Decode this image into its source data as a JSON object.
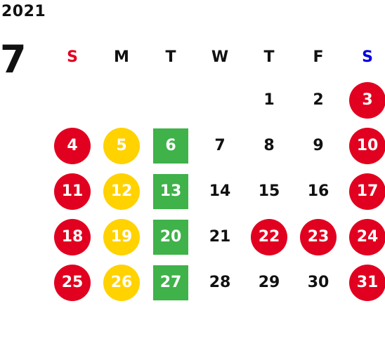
{
  "year": "2021",
  "month": "7",
  "colors": {
    "red": "#e1001f",
    "yellow": "#ffd200",
    "green": "#3fb24a",
    "sunday": "#e1001f",
    "saturday": "#0000e0",
    "text": "#111111"
  },
  "weekdays": [
    {
      "label": "S",
      "color": "sunday"
    },
    {
      "label": "M",
      "color": "text"
    },
    {
      "label": "T",
      "color": "text"
    },
    {
      "label": "W",
      "color": "text"
    },
    {
      "label": "T",
      "color": "text"
    },
    {
      "label": "F",
      "color": "text"
    },
    {
      "label": "S",
      "color": "saturday"
    }
  ],
  "weeks": [
    [
      {
        "day": "",
        "style": "none"
      },
      {
        "day": "",
        "style": "none"
      },
      {
        "day": "",
        "style": "none"
      },
      {
        "day": "",
        "style": "none"
      },
      {
        "day": "1",
        "style": "plain"
      },
      {
        "day": "2",
        "style": "plain"
      },
      {
        "day": "3",
        "style": "red"
      }
    ],
    [
      {
        "day": "4",
        "style": "red"
      },
      {
        "day": "5",
        "style": "yellow"
      },
      {
        "day": "6",
        "style": "green"
      },
      {
        "day": "7",
        "style": "plain"
      },
      {
        "day": "8",
        "style": "plain"
      },
      {
        "day": "9",
        "style": "plain"
      },
      {
        "day": "10",
        "style": "red"
      }
    ],
    [
      {
        "day": "11",
        "style": "red"
      },
      {
        "day": "12",
        "style": "yellow"
      },
      {
        "day": "13",
        "style": "green"
      },
      {
        "day": "14",
        "style": "plain"
      },
      {
        "day": "15",
        "style": "plain"
      },
      {
        "day": "16",
        "style": "plain"
      },
      {
        "day": "17",
        "style": "red"
      }
    ],
    [
      {
        "day": "18",
        "style": "red"
      },
      {
        "day": "19",
        "style": "yellow"
      },
      {
        "day": "20",
        "style": "green"
      },
      {
        "day": "21",
        "style": "plain"
      },
      {
        "day": "22",
        "style": "red"
      },
      {
        "day": "23",
        "style": "red"
      },
      {
        "day": "24",
        "style": "red"
      }
    ],
    [
      {
        "day": "25",
        "style": "red"
      },
      {
        "day": "26",
        "style": "yellow"
      },
      {
        "day": "27",
        "style": "green"
      },
      {
        "day": "28",
        "style": "plain"
      },
      {
        "day": "29",
        "style": "plain"
      },
      {
        "day": "30",
        "style": "plain"
      },
      {
        "day": "31",
        "style": "red"
      }
    ]
  ]
}
